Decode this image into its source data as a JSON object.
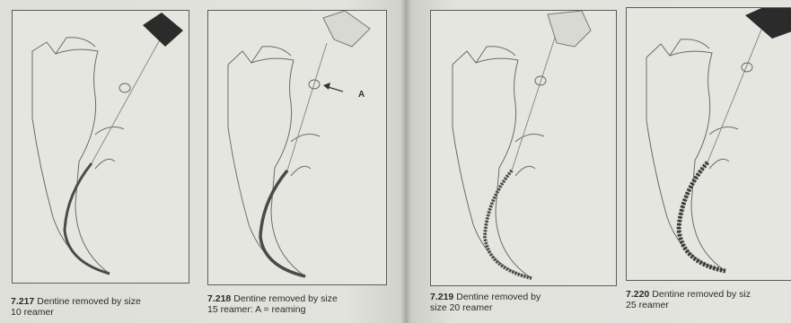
{
  "figures": [
    {
      "number": "7.217",
      "caption_line1": "Dentine removed by size",
      "caption_line2": "10 reamer"
    },
    {
      "number": "7.218",
      "caption_line1": "Dentine removed by size",
      "caption_line2": "15 reamer: A = reaming",
      "annotation": "A"
    },
    {
      "number": "7.219",
      "caption_line1": "Dentine removed by",
      "caption_line2": "size 20 reamer"
    },
    {
      "number": "7.220",
      "caption_line1": "Dentine removed by siz",
      "caption_line2": "25 reamer"
    }
  ],
  "colors": {
    "outline": "#6a6a6a",
    "canal": "#4a4a4a",
    "handle_dark": "#2b2b2b",
    "handle_light": "#d9d9d4"
  }
}
